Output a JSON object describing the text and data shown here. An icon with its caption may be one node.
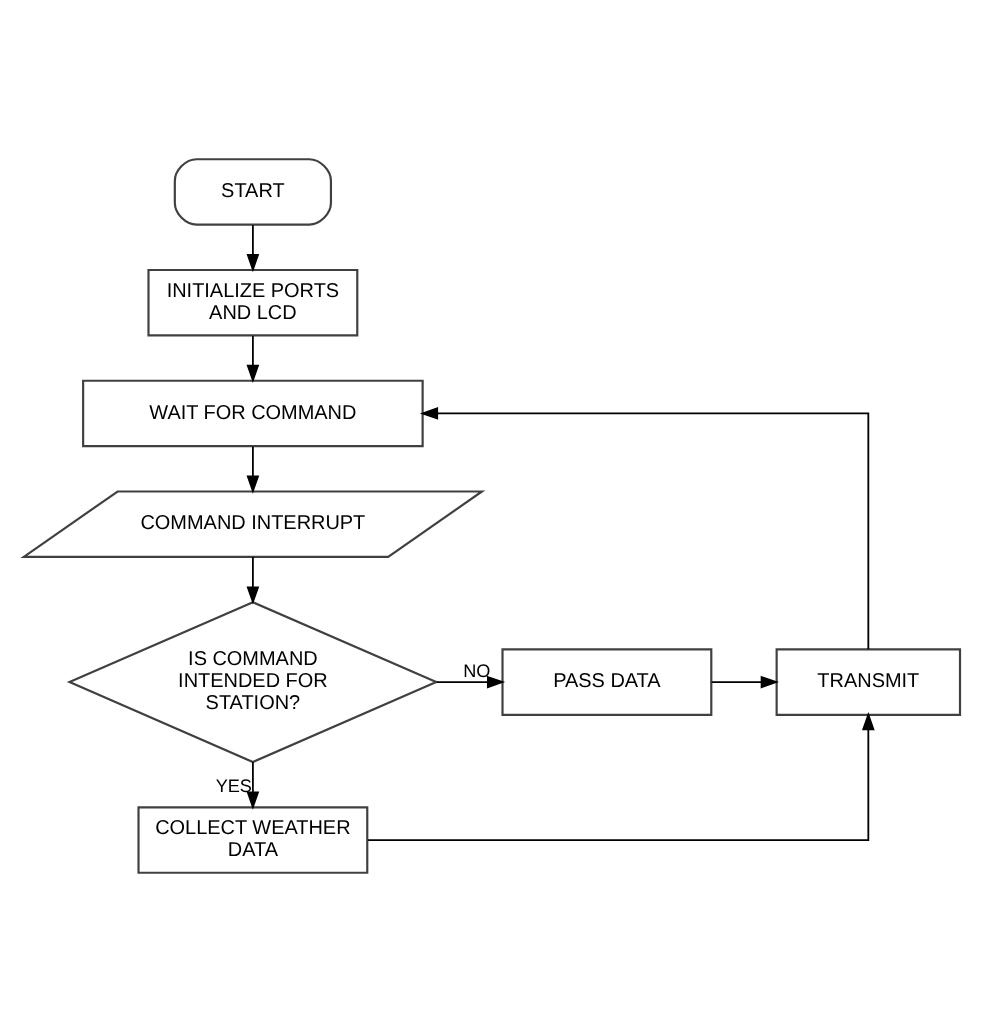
{
  "diagram": {
    "nodes": [
      {
        "text": [
          "START"
        ]
      },
      {
        "text": [
          "INITIALIZE PORTS AND LCD"
        ]
      },
      {
        "text": [
          "WAIT FOR COMMAND"
        ]
      },
      {
        "text": [
          "COMMAND INTERRUPT"
        ]
      },
      {
        "text": [
          "IS COMMAND INTENDED FOR STATION?"
        ]
      },
      {
        "text": [
          "PASS DATA"
        ]
      },
      {
        "text": [
          "TRANSMIT"
        ]
      },
      {
        "text": [
          "COLLECT WEATHER DATA"
        ]
      }
    ],
    "edges": [
      {
        "from": 0,
        "to": 1,
        "arrow": "to"
      },
      {
        "from": 1,
        "to": 2,
        "arrow": "to"
      },
      {
        "from": 2,
        "to": 3,
        "arrow": "to"
      },
      {
        "from": 3,
        "to": 4,
        "arrow": "to"
      },
      {
        "from": 4,
        "to": 5,
        "arrow": "to",
        "label": "NO"
      },
      {
        "from": 4,
        "to": 7,
        "arrow": "to",
        "label": "YES"
      },
      {
        "from": 5,
        "to": 6,
        "arrow": "to"
      },
      {
        "from": 7,
        "to": 6,
        "arrow": "to"
      },
      {
        "from": 6,
        "to": 2,
        "arrow": "to"
      }
    ]
  }
}
